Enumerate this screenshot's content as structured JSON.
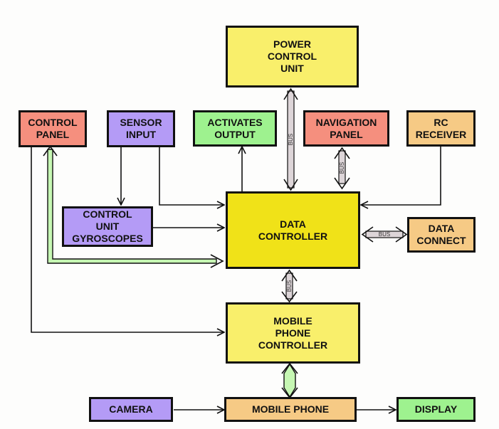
{
  "colors": {
    "yellow_light": "#f9ef6b",
    "yellow_bright": "#f0e218",
    "red": "#f58f7e",
    "purple": "#b49bf6",
    "green": "#9ef28f",
    "orange": "#f6ca85",
    "bus_fill": "#ddd5d8",
    "bus_green": "#c6f7b3"
  },
  "blocks": {
    "power_control_unit": "POWER\nCONTROL\nUNIT",
    "control_panel": "CONTROL\nPANEL",
    "sensor_input": "SENSOR\nINPUT",
    "activates_output": "ACTIVATES\nOUTPUT",
    "navigation_panel": "NAVIGATION\nPANEL",
    "rc_receiver": "RC\nRECEIVER",
    "control_unit_gyroscopes": "CONTROL\nUNIT\nGYROSCOPES",
    "data_controller": "DATA\nCONTROLLER",
    "data_connect": "DATA\nCONNECT",
    "mobile_phone_controller": "MOBILE\nPHONE\nCONTROLLER",
    "camera": "CAMERA",
    "mobile_phone": "MOBILE PHONE",
    "display": "DISPLAY"
  },
  "bus_label": "BUS",
  "connections": [
    {
      "from": "power_control_unit",
      "to": "data_controller",
      "type": "bus"
    },
    {
      "from": "navigation_panel",
      "to": "data_controller",
      "type": "bus"
    },
    {
      "from": "data_controller",
      "to": "data_connect",
      "type": "bus"
    },
    {
      "from": "data_controller",
      "to": "mobile_phone_controller",
      "type": "bus"
    },
    {
      "from": "mobile_phone_controller",
      "to": "mobile_phone",
      "type": "bidirectional"
    },
    {
      "from": "sensor_input",
      "to": "control_unit_gyroscopes",
      "type": "arrow"
    },
    {
      "from": "sensor_input",
      "to": "data_controller",
      "type": "arrow"
    },
    {
      "from": "control_unit_gyroscopes",
      "to": "data_controller",
      "type": "arrow"
    },
    {
      "from": "data_controller",
      "to": "activates_output",
      "type": "arrow"
    },
    {
      "from": "rc_receiver",
      "to": "data_controller",
      "type": "arrow"
    },
    {
      "from": "control_panel",
      "to": "data_controller",
      "type": "bidirectional-wide"
    },
    {
      "from": "control_panel",
      "to": "mobile_phone_controller",
      "type": "arrow"
    },
    {
      "from": "camera",
      "to": "mobile_phone",
      "type": "arrow"
    },
    {
      "from": "mobile_phone",
      "to": "display",
      "type": "arrow"
    }
  ]
}
